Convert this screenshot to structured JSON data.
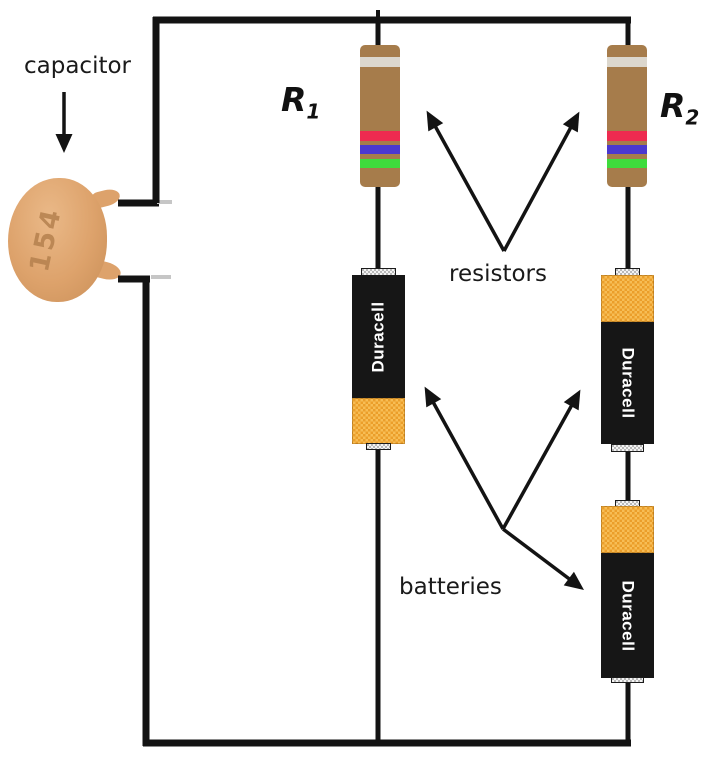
{
  "labels": {
    "capacitor": "capacitor",
    "resistors": "resistors",
    "batteries": "batteries"
  },
  "components": {
    "capacitor": {
      "marking": "154"
    },
    "resistor_r1": {
      "symbol": "R",
      "subscript": "1",
      "bands_top_to_bottom": [
        "white",
        "red",
        "blue",
        "green"
      ]
    },
    "resistor_r2": {
      "symbol": "R",
      "subscript": "2",
      "bands_top_to_bottom": [
        "white",
        "red",
        "blue",
        "green"
      ]
    },
    "battery_left": {
      "brand": "Duracell",
      "orientation": "positive-down"
    },
    "battery_right_top": {
      "brand": "Duracell",
      "orientation": "positive-up"
    },
    "battery_right_bottom": {
      "brand": "Duracell",
      "orientation": "positive-up"
    }
  },
  "colors": {
    "page-bg": "#ffffff",
    "wire": "#131313",
    "lead-tip": "#c6c6c6",
    "resistor-body": "#a67c4b",
    "band-white": "#dcd7cd",
    "band-red": "#ee2b50",
    "band-blue": "#4b38cf",
    "band-green": "#3fdc3c",
    "battery-black": "#161616",
    "battery-orange": "#eb9e2a",
    "battery-orange-light": "#f7bd55",
    "battery-text": "#ffffff",
    "capacitor-body": "#dda26b",
    "capacitor-marking": "#b5814e",
    "label-text": "#1a1a1a"
  }
}
